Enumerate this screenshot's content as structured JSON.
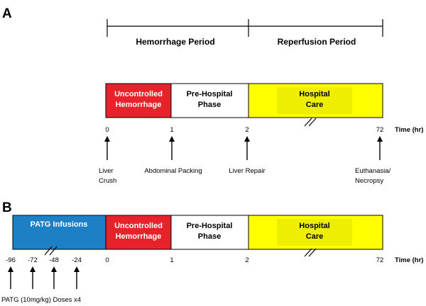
{
  "panel_a": {
    "letter": "A",
    "periods": {
      "hemorrhage": "Hemorrhage Period",
      "reperfusion": "Reperfusion Period"
    },
    "phases": {
      "uncontrolled": {
        "line1": "Uncontrolled",
        "line2": "Hemorrhage"
      },
      "prehospital": {
        "line1": "Pre-Hospital",
        "line2": "Phase"
      },
      "hospital": {
        "line1": "Hospital",
        "line2": "Care"
      }
    },
    "ticks": [
      "0",
      "1",
      "2",
      "72"
    ],
    "axis_title": "Time (hr)",
    "events": {
      "liver_crush": {
        "line1": "Liver",
        "line2": "Crush"
      },
      "abdominal_packing": "Abdominal Packing",
      "liver_repair": "Liver Repair",
      "euthanasia": {
        "line1": "Euthanasia/",
        "line2": "Necropsy"
      }
    }
  },
  "panel_b": {
    "letter": "B",
    "phases": {
      "patg": "PATG Infusions",
      "uncontrolled": {
        "line1": "Uncontrolled",
        "line2": "Hemorrhage"
      },
      "prehospital": {
        "line1": "Pre-Hospital",
        "line2": "Phase"
      },
      "hospital": {
        "line1": "Hospital",
        "line2": "Care"
      }
    },
    "ticks": [
      "-96",
      "-72",
      "-48",
      "-24",
      "0",
      "1",
      "2",
      "72"
    ],
    "axis_title": "Time (hr)",
    "dosing_label": "PATG (10mg/kg) Doses x4"
  },
  "colors": {
    "red": "#e8222a",
    "yellow": "#ffff00",
    "yellow_inner": "#eeee00",
    "blue": "#1e80c4",
    "white": "#ffffff",
    "black": "#000000"
  }
}
